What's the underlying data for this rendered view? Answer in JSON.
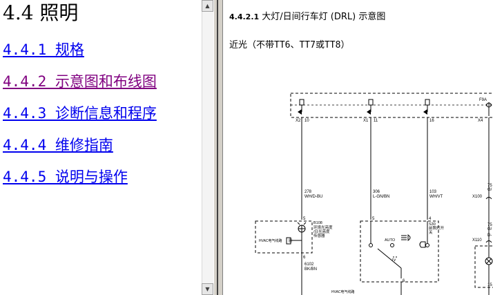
{
  "left_nav": {
    "title": "4.4 照明",
    "items": [
      {
        "label": "4.4.1 规格",
        "visited": false
      },
      {
        "label": "4.4.2 示意图和布线图",
        "visited": true
      },
      {
        "label": "4.4.3 诊断信息和程序",
        "visited": false
      },
      {
        "label": "4.4.4 维修指南",
        "visited": false
      },
      {
        "label": "4.4.5 说明与操作",
        "visited": false
      }
    ]
  },
  "content": {
    "heading_number": "4.4.2.1",
    "heading_text": " 大灯/日间行车灯  (DRL) 示意图",
    "subheading": "近光（不带TT6、TT7或TT8）"
  },
  "diagram": {
    "fuse_label": "F9A",
    "connectors": {
      "x2": "X2",
      "x2_pin": "10",
      "x1": "X1",
      "x1_pin": "11",
      "x1b_pin": "16",
      "x4": "X4"
    },
    "wires": {
      "left_circuit": "278",
      "left_color": "WH/D-BU",
      "mid_circuit": "306",
      "mid_color": "L-GN/BN",
      "right_circuit": "103",
      "right_color": "WH/VT",
      "far_circuit": "75",
      "far_color": "G/",
      "far_circuit2": "75",
      "far_color2": "G/",
      "bottom_circuit": "6102",
      "bottom_color": "BK/BN",
      "far_bottom": "15"
    },
    "sensor": {
      "ref": "B108",
      "name_line1": "环境光亮度",
      "name_line2": "/日光亮度",
      "name_line3": "传感器",
      "module": "HVAC电气线路",
      "module2": "图",
      "pin_top": "5",
      "pin_bottom": "6"
    },
    "switch": {
      "ref": "S30",
      "name_line1": "前照灯开",
      "name_line2": "关",
      "auto": "AUTO",
      "pin_top_left": "5",
      "pin_top_right": "4",
      "pin_bottom": "6",
      "bottom_label": "HVAC电气线路"
    },
    "far_right": {
      "x100": "X100",
      "x110": "X110",
      "d_label": "D-"
    }
  }
}
